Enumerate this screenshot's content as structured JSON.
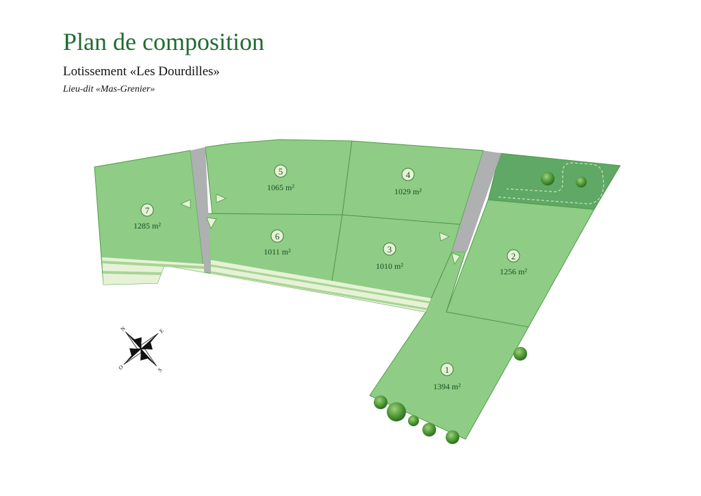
{
  "header": {
    "title": "Plan de composition",
    "subtitle": "Lotissement «Les Dourdilles»",
    "place": "Lieu-dit «Mas-Grenier»"
  },
  "colors": {
    "lot_fill": "#8fcc85",
    "lot_stroke": "#4f9a4a",
    "common_green": "#5fa865",
    "road": "#aeb0b1",
    "stripe_light": "#e6f2d5",
    "accent_text": "#1f6b30"
  },
  "lots": [
    {
      "number": "1",
      "area": "1394 m²"
    },
    {
      "number": "2",
      "area": "1256 m²"
    },
    {
      "number": "3",
      "area": "1010 m²"
    },
    {
      "number": "4",
      "area": "1029 m²"
    },
    {
      "number": "5",
      "area": "1065 m²"
    },
    {
      "number": "6",
      "area": "1011 m²"
    },
    {
      "number": "7",
      "area": "1285 m²"
    }
  ],
  "compass": {
    "n": "N",
    "e": "E",
    "s": "S",
    "o": "O"
  },
  "icons": {
    "tree": "tree-icon",
    "access": "access-arrow-icon",
    "compass": "compass-rose-icon"
  }
}
